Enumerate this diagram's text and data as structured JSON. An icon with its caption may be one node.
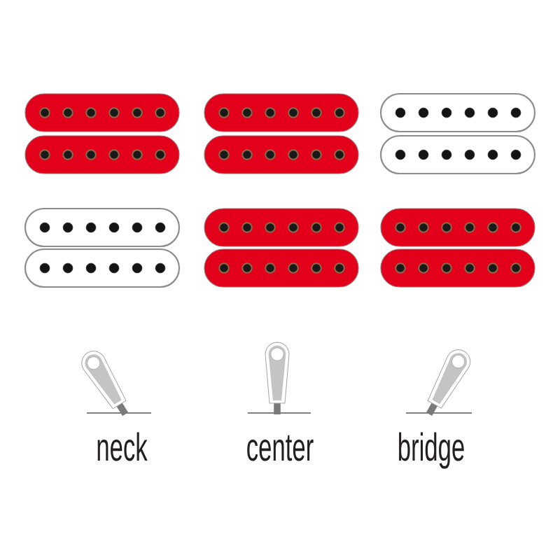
{
  "diagram": {
    "labels": [
      "neck",
      "center",
      "bridge"
    ]
  }
}
